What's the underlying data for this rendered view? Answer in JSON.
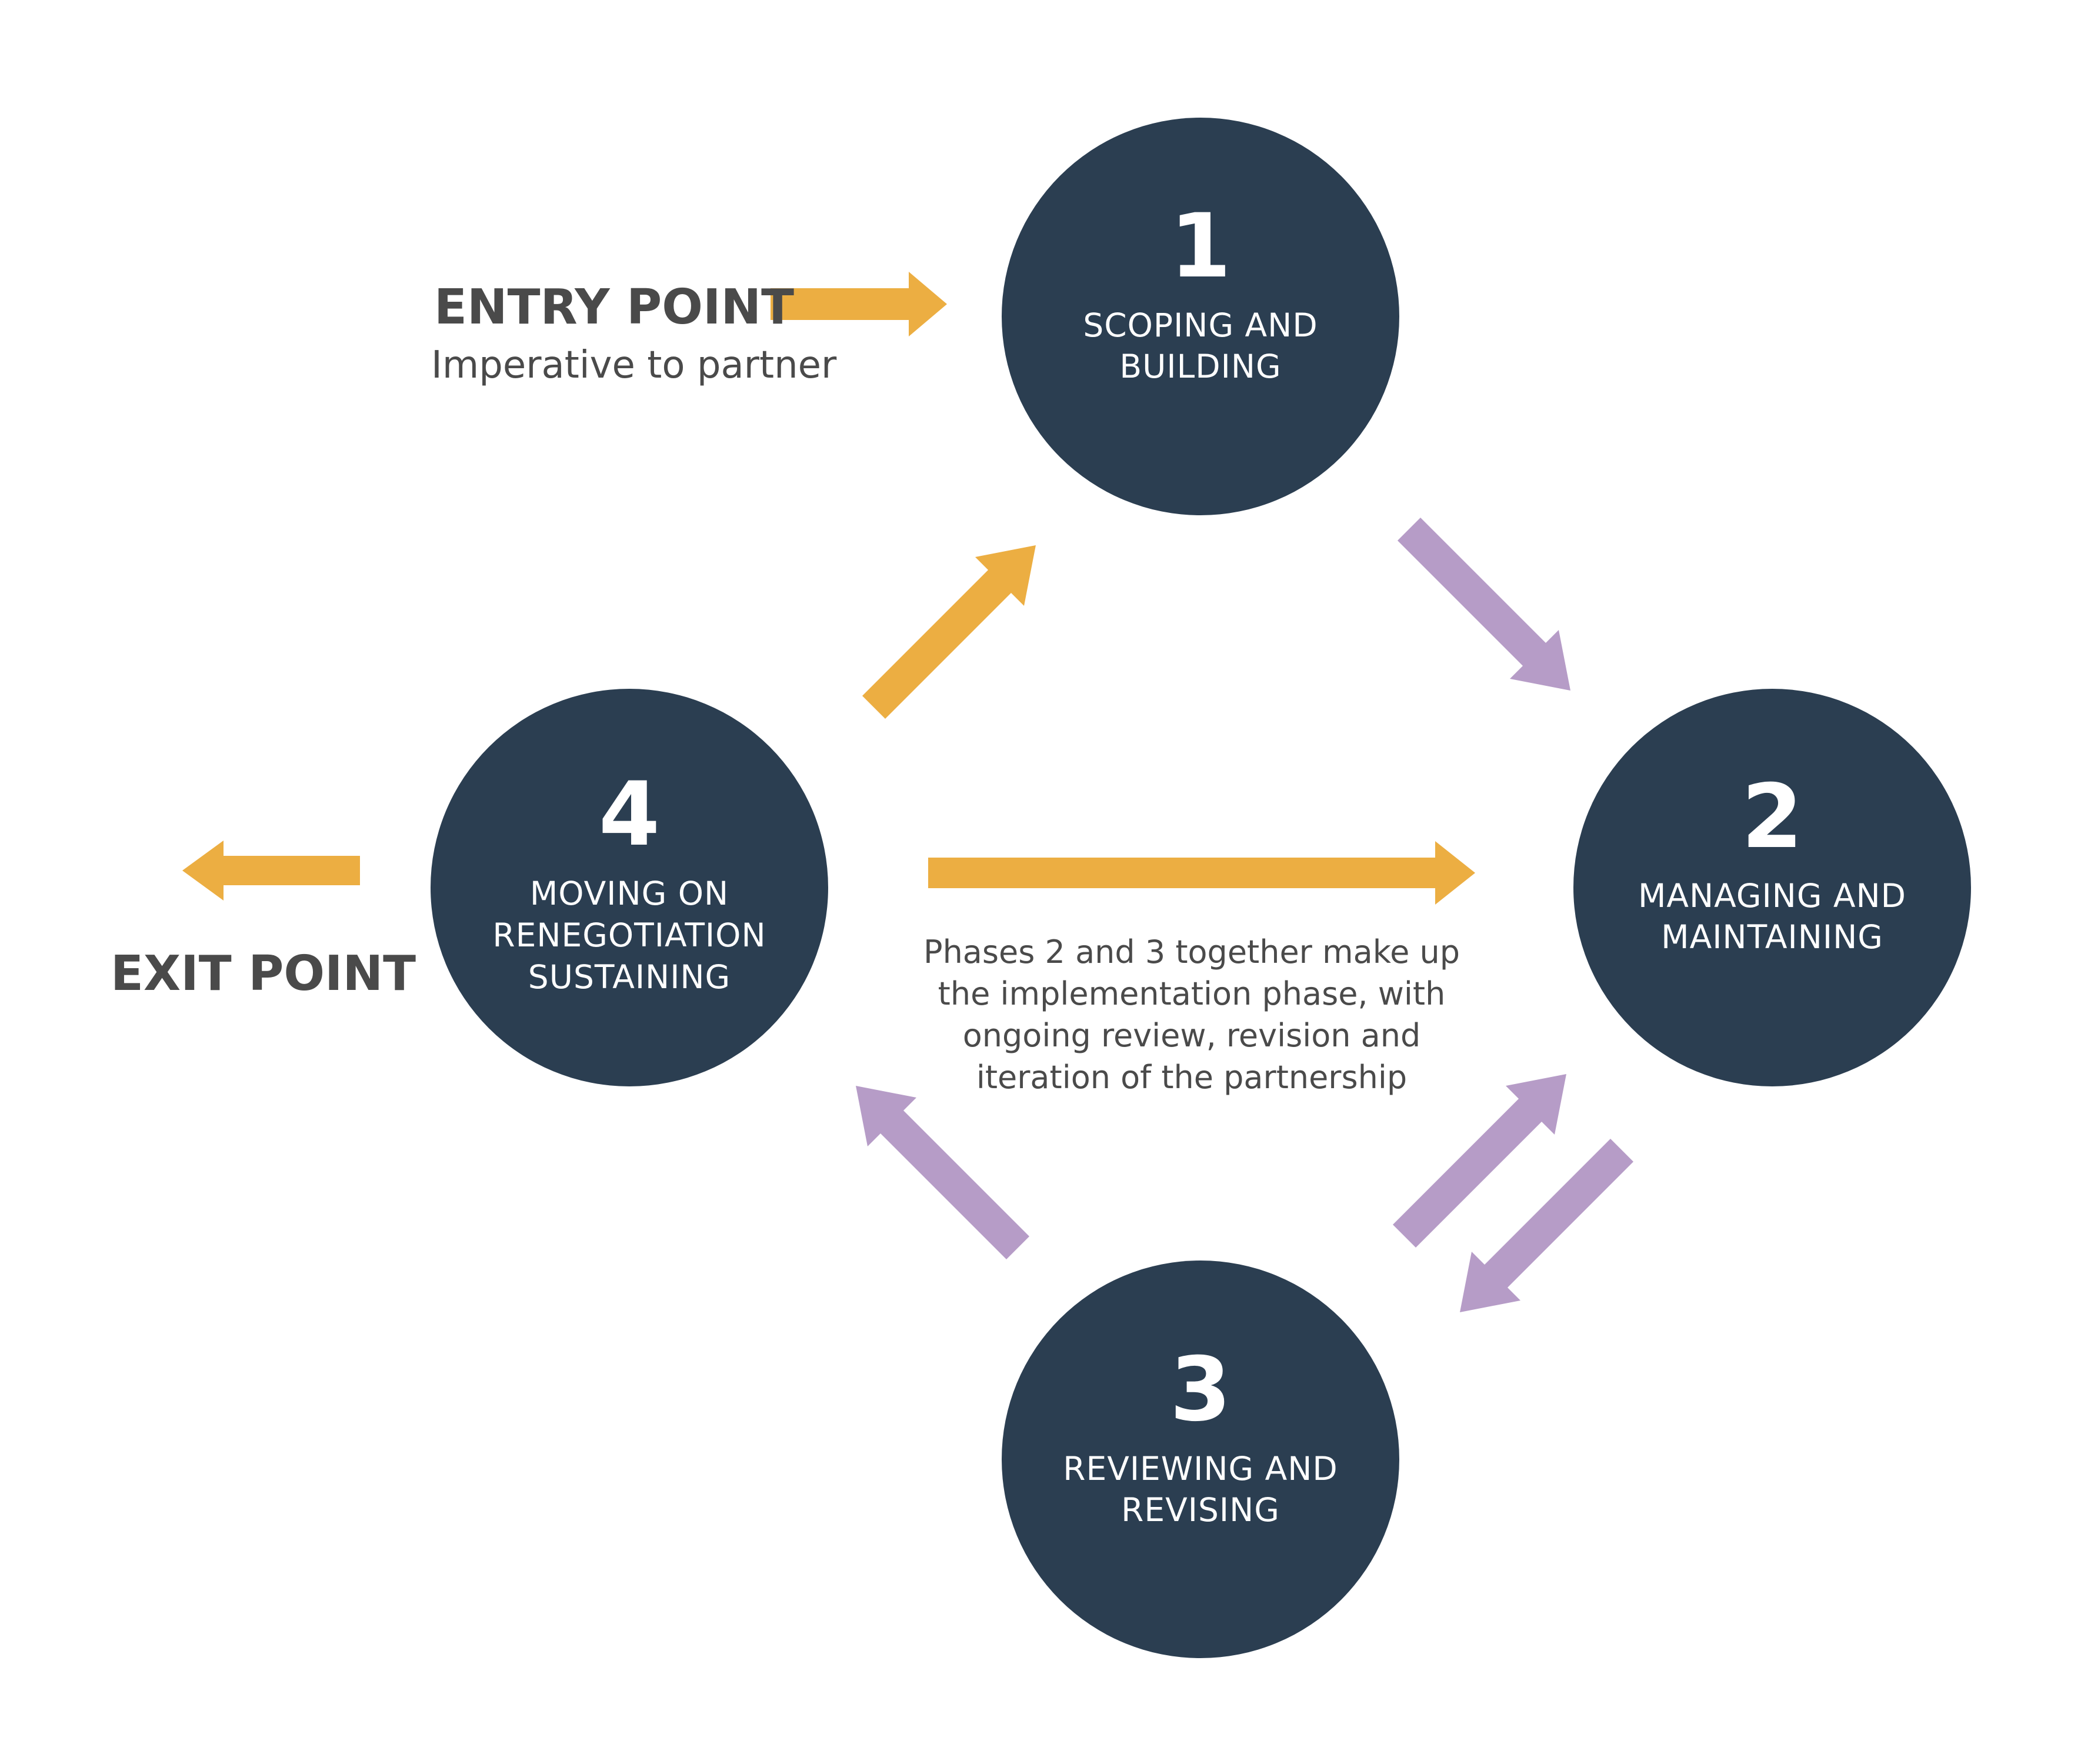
{
  "colors": {
    "circle": "#2b3e51",
    "arrow_orange": "#ecae42",
    "arrow_purple": "#b69cc7",
    "text_dark": "#4a4a4a",
    "text_light": "#ffffff"
  },
  "entry": {
    "title": "ENTRY POINT",
    "subtitle": "Imperative to partner"
  },
  "exit": {
    "title": "EXIT POINT"
  },
  "phases": [
    {
      "number": "1",
      "lines": [
        "SCOPING AND",
        "BUILDING"
      ]
    },
    {
      "number": "2",
      "lines": [
        "MANAGING AND",
        "MAINTAINING"
      ]
    },
    {
      "number": "3",
      "lines": [
        "REVIEWING AND",
        "REVISING"
      ]
    },
    {
      "number": "4",
      "lines": [
        "MOVING ON",
        "RENEGOTIATION",
        "SUSTAINING"
      ]
    }
  ],
  "note": {
    "lines": [
      "Phases 2 and 3 together make up",
      "the implementation phase, with",
      "ongoing review, revision and",
      "iteration of the partnership"
    ]
  },
  "arrows": [
    {
      "id": "entry-arrow",
      "from": "entry",
      "to": "phase-1",
      "color": "orange"
    },
    {
      "id": "exit-arrow",
      "from": "phase-4",
      "to": "exit",
      "color": "orange"
    },
    {
      "id": "arrow-1-to-2",
      "from": "phase-1",
      "to": "phase-2",
      "color": "purple"
    },
    {
      "id": "arrow-4-to-1",
      "from": "phase-4",
      "to": "phase-1",
      "color": "orange"
    },
    {
      "id": "arrow-4-to-2",
      "from": "phase-4",
      "to": "phase-2",
      "color": "orange"
    },
    {
      "id": "arrow-2-to-3",
      "from": "phase-2",
      "to": "phase-3",
      "color": "purple"
    },
    {
      "id": "arrow-3-to-2",
      "from": "phase-3",
      "to": "phase-2",
      "color": "purple"
    },
    {
      "id": "arrow-3-to-4",
      "from": "phase-3",
      "to": "phase-4",
      "color": "purple"
    }
  ]
}
